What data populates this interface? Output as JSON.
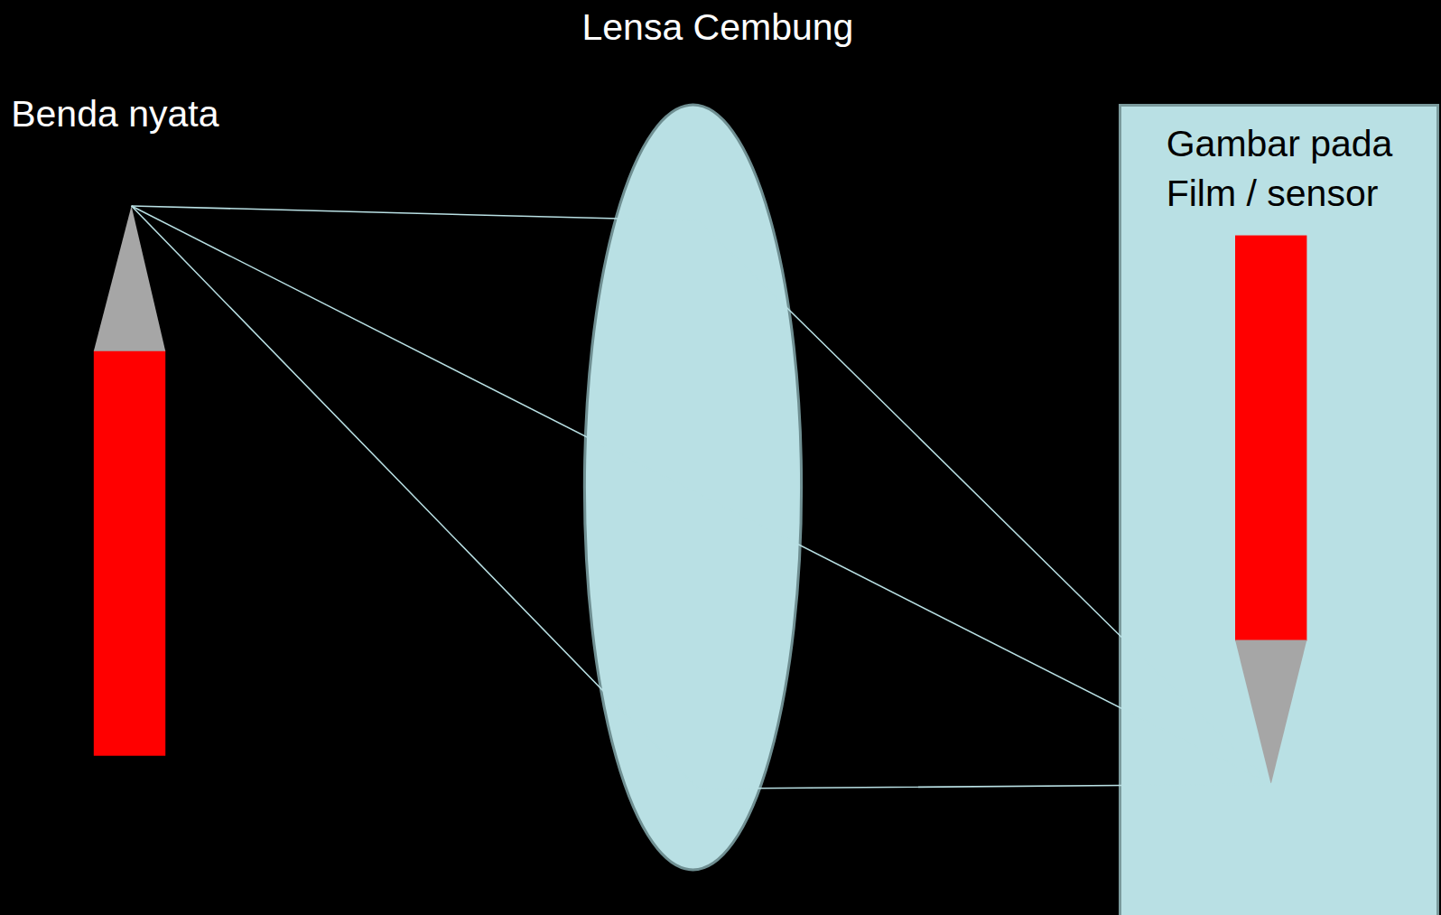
{
  "diagram": {
    "title": "Lensa Cembung",
    "nodes": [
      {
        "text": [
          "Gambar pada Film / sensor"
        ]
      }
    ],
    "labels": [
      "Benda nyata"
    ]
  }
}
